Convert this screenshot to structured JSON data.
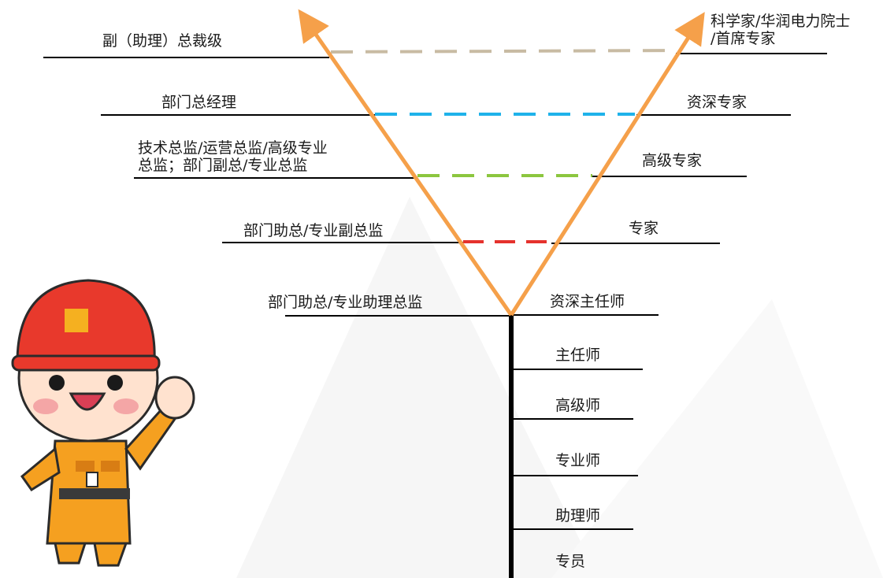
{
  "left_levels": [
    {
      "id": "vp",
      "label": "副（助理）总裁级"
    },
    {
      "id": "gm",
      "label": "部门总经理"
    },
    {
      "id": "director",
      "label": "技术总监/运营总监/高级专业\n总监；部门副总/专业总监"
    },
    {
      "id": "asst_gm",
      "label": "部门助总/专业副总监"
    },
    {
      "id": "asst_director",
      "label": "部门助总/专业助理总监"
    }
  ],
  "right_levels": [
    {
      "id": "scientist",
      "label": "科学家/华润电力院士\n/首席专家"
    },
    {
      "id": "senior_expert",
      "label": "资深专家"
    },
    {
      "id": "high_expert",
      "label": "高级专家"
    },
    {
      "id": "expert",
      "label": "专家"
    },
    {
      "id": "senior_chief",
      "label": "资深主任师"
    }
  ],
  "stem_levels": [
    {
      "id": "chief",
      "label": "主任师"
    },
    {
      "id": "senior",
      "label": "高级师"
    },
    {
      "id": "professional",
      "label": "专业师"
    },
    {
      "id": "assistant",
      "label": "助理师"
    },
    {
      "id": "specialist",
      "label": "专员"
    }
  ],
  "colors": {
    "arrow": "#f5a04a",
    "dash_vp": "#c8bba3",
    "dash_gm": "#1fb2ea",
    "dash_director": "#8cc63f",
    "dash_asst": "#e5322d",
    "line": "#000000",
    "helmet": "#e8392c",
    "suit": "#f5a020"
  },
  "mascot": {
    "icon": "worker-mascot"
  }
}
